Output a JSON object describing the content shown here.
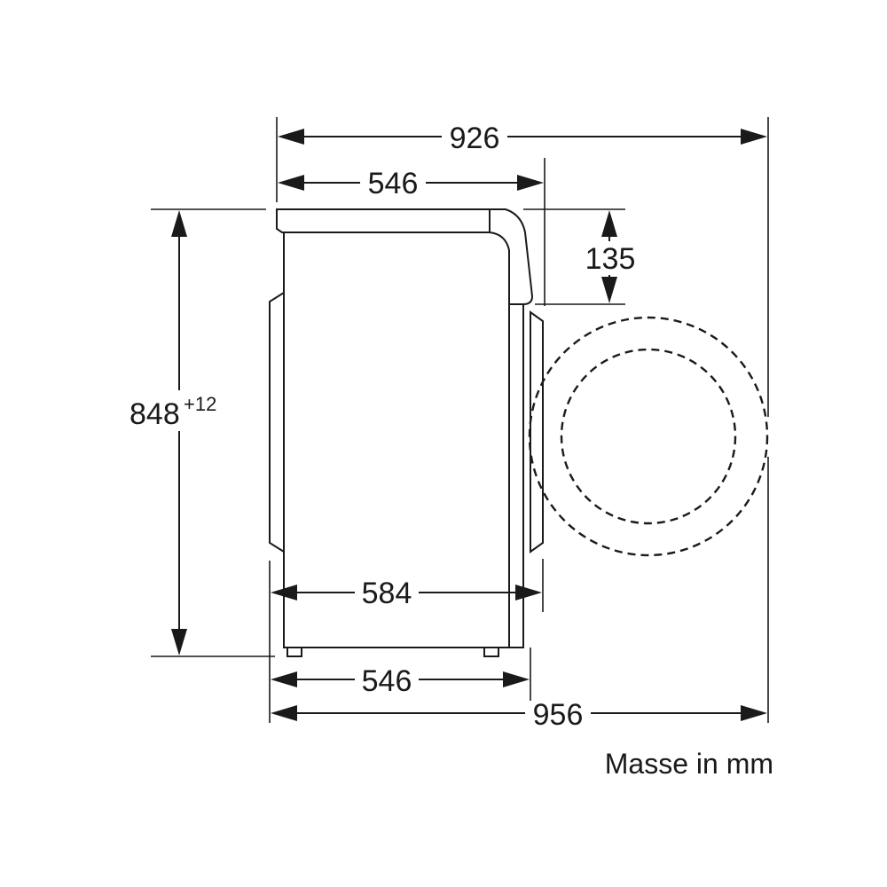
{
  "diagram": {
    "dimensions": {
      "overall_depth_door_closed": "926",
      "top_depth_upper": "546",
      "height_main": "848",
      "height_tolerance": "+12",
      "control_panel_height": "135",
      "body_depth": "584",
      "top_depth_lower": "546",
      "overall_depth_door_open": "956"
    },
    "units_note": "Masse in mm"
  }
}
